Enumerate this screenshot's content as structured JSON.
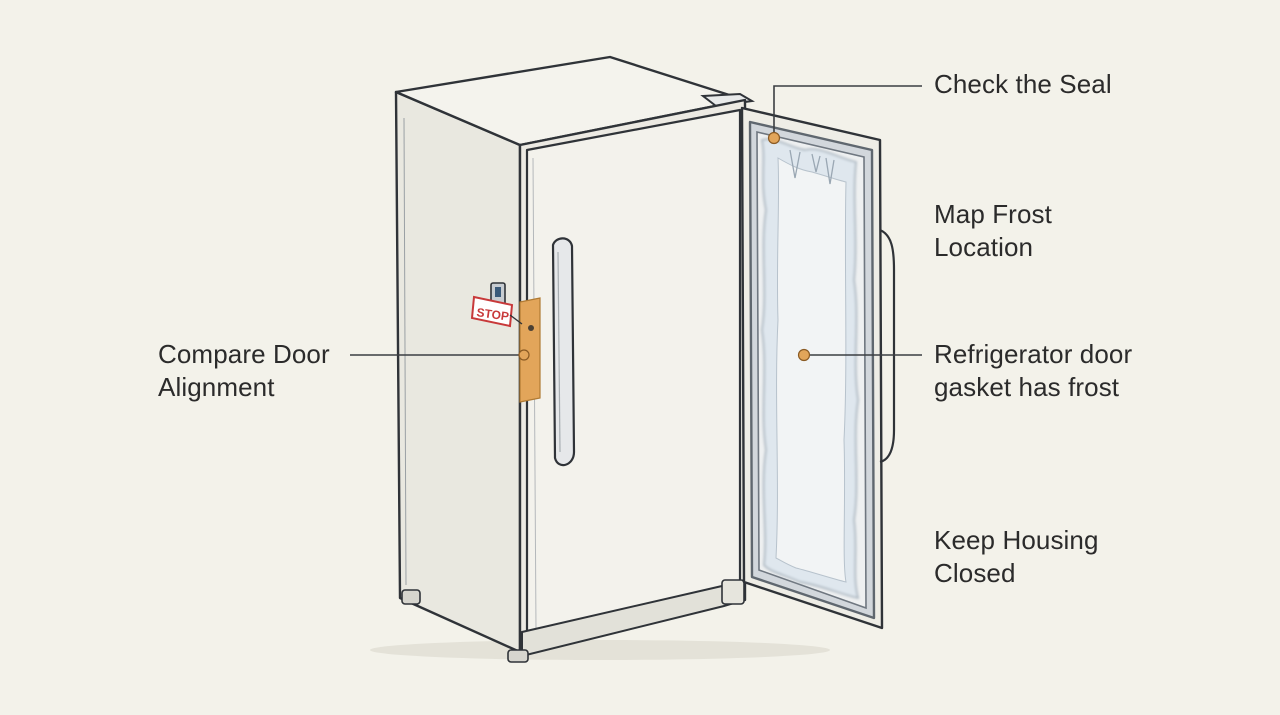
{
  "labels": {
    "check_seal": "Check the Seal",
    "map_frost": [
      "Map Frost",
      "Location"
    ],
    "compare_door": [
      "Compare Door",
      "Alignment"
    ],
    "gasket_frost": [
      "Refrigerator door",
      "gasket has frost"
    ],
    "keep_housing": [
      "Keep Housing",
      "Closed"
    ],
    "stop_tag": "STOP"
  },
  "colors": {
    "background": "#f3f2ea",
    "outline": "#2f3338",
    "body": "#eeede6",
    "accent_orange": "#e2a55a",
    "stop_red": "#c8393a",
    "gasket_gray": "#6f7780",
    "frost": "#dfe7ee"
  }
}
